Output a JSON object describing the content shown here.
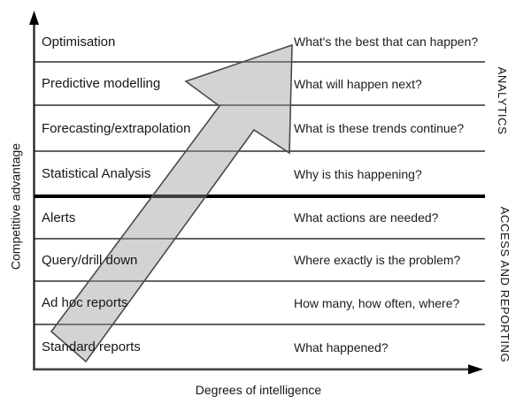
{
  "figure": {
    "title_hidden": "",
    "y_axis_label": "Competitive advantage",
    "x_axis_label": "Degrees of intelligence",
    "sections": {
      "top": "ANALYTICS",
      "bottom": "ACCESS AND REPORTING"
    },
    "rows": [
      {
        "label": "Optimisation",
        "question": "What's the best that can happen?",
        "section": "ANALYTICS"
      },
      {
        "label": "Predictive modelling",
        "question": "What will happen next?",
        "section": "ANALYTICS"
      },
      {
        "label": "Forecasting/extrapolation",
        "question": "What is these trends continue?",
        "section": "ANALYTICS"
      },
      {
        "label": "Statistical Analysis",
        "question": "Why is this happening?",
        "section": "ANALYTICS"
      },
      {
        "label": "Alerts",
        "question": "What actions are needed?",
        "section": "ACCESS AND REPORTING"
      },
      {
        "label": "Query/drill down",
        "question": "Where exactly is the problem?",
        "section": "ACCESS AND REPORTING"
      },
      {
        "label": "Ad hoc reports",
        "question": "How many, how often, where?",
        "section": "ACCESS AND REPORTING"
      },
      {
        "label": "Standard reports",
        "question": "What happened?",
        "section": "ACCESS AND REPORTING"
      }
    ],
    "icons": {
      "growth_arrow": "up-right-trend-arrow",
      "y_axis_arrow": "up-arrowhead",
      "x_axis_arrow": "right-arrowhead"
    },
    "colors": {
      "background": "#ffffff",
      "row_line": "#2e2e2e",
      "section_divider": "#000000",
      "axis": "#3d3d3d",
      "arrow_fill": "#d8d8d8",
      "arrow_stroke": "#4a4a4a",
      "text": "#161616"
    }
  }
}
